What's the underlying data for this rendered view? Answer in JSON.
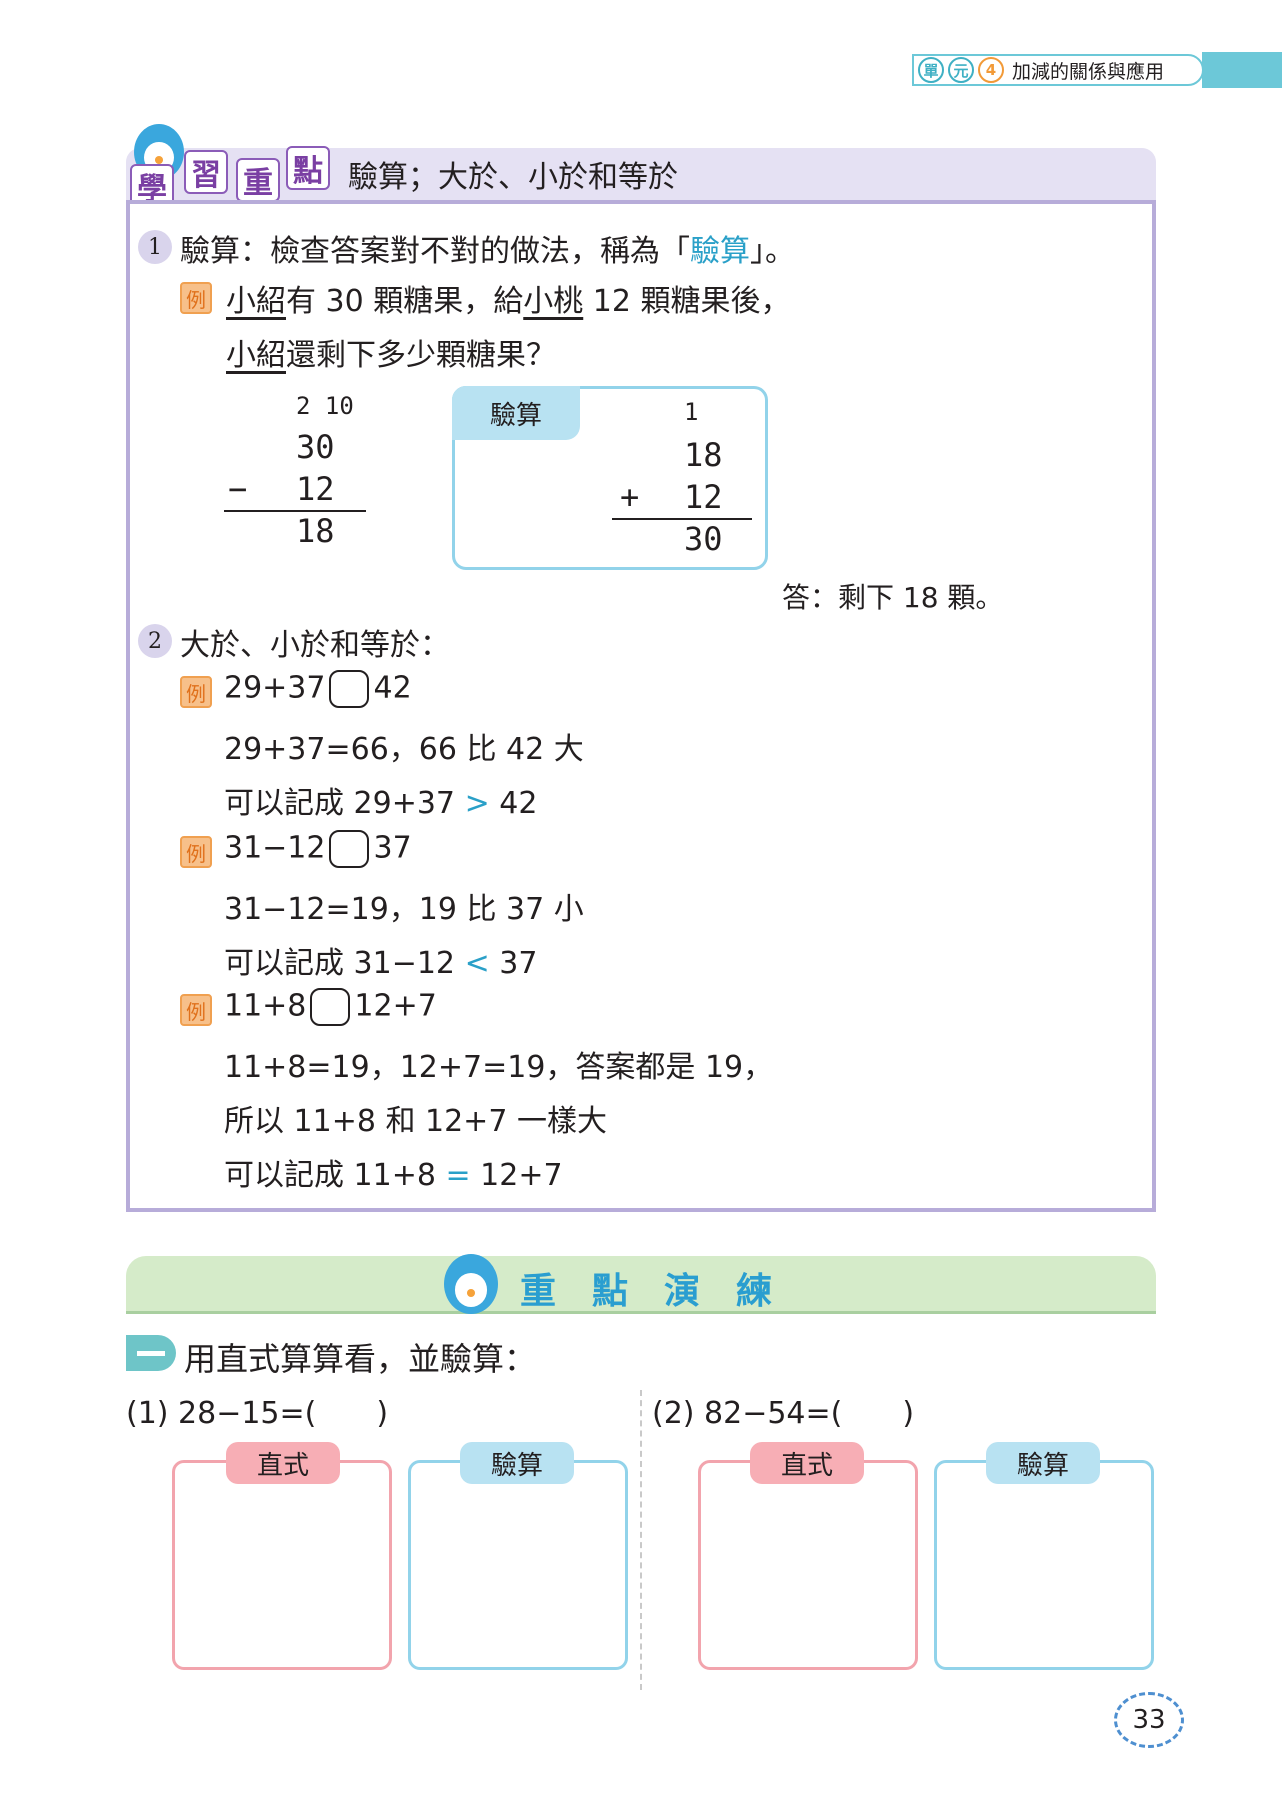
{
  "header": {
    "unit_chars": [
      "單",
      "元"
    ],
    "unit_number": "4",
    "unit_title": "加減的關係與應用"
  },
  "learn": {
    "badge_chars": [
      "學",
      "習",
      "重",
      "點"
    ],
    "title": "驗算；大於、小於和等於",
    "item1": {
      "number": "1",
      "text": "驗算：檢查答案對不對的做法，稱為「",
      "term": "驗算",
      "text_end": "」。",
      "example_badge": "例",
      "line1_name1": "小紹",
      "line1_mid": "有 30 顆糖果，給",
      "line1_name2": "小桃",
      "line1_end": " 12 顆糖果後，",
      "line2_name": "小紹",
      "line2_end": "還剩下多少顆糖果？",
      "vsub": {
        "borrow": "2 10",
        "top": "30",
        "op": "−",
        "bottom": "12",
        "result": "18"
      },
      "check_label": "驗算",
      "vadd": {
        "carry": "1",
        "top": "18",
        "op": "+",
        "bottom": "12",
        "result": "30"
      },
      "answer": "答：剩下 18 顆。"
    },
    "item2": {
      "number": "2",
      "text": "大於、小於和等於：",
      "examples": [
        {
          "badge": "例",
          "left": "29+37",
          "right": "42",
          "line2": "29+37=66，66 比 42 大",
          "line3_pre": "可以記成 29+37",
          "line3_op": ">",
          "line3_post": "42"
        },
        {
          "badge": "例",
          "left": "31−12",
          "right": "37",
          "line2": "31−12=19，19 比 37 小",
          "line3_pre": "可以記成 31−12",
          "line3_op": "<",
          "line3_post": "37"
        },
        {
          "badge": "例",
          "left": "11+8",
          "right": "12+7",
          "line2": "11+8=19，12+7=19，答案都是 19，",
          "line2b": "所以 11+8 和 12+7 一樣大",
          "line3_pre": "可以記成 11+8",
          "line3_op": "=",
          "line3_post": "12+7"
        }
      ]
    }
  },
  "practice": {
    "title": "重點演練",
    "section_label": "用直式算算看，並驗算：",
    "problems": [
      {
        "label": "(1) 28−15=(　　)",
        "calc_tag": "直式",
        "check_tag": "驗算"
      },
      {
        "label": "(2) 82−54=(　　)",
        "calc_tag": "直式",
        "check_tag": "驗算"
      }
    ]
  },
  "page_number": "33"
}
